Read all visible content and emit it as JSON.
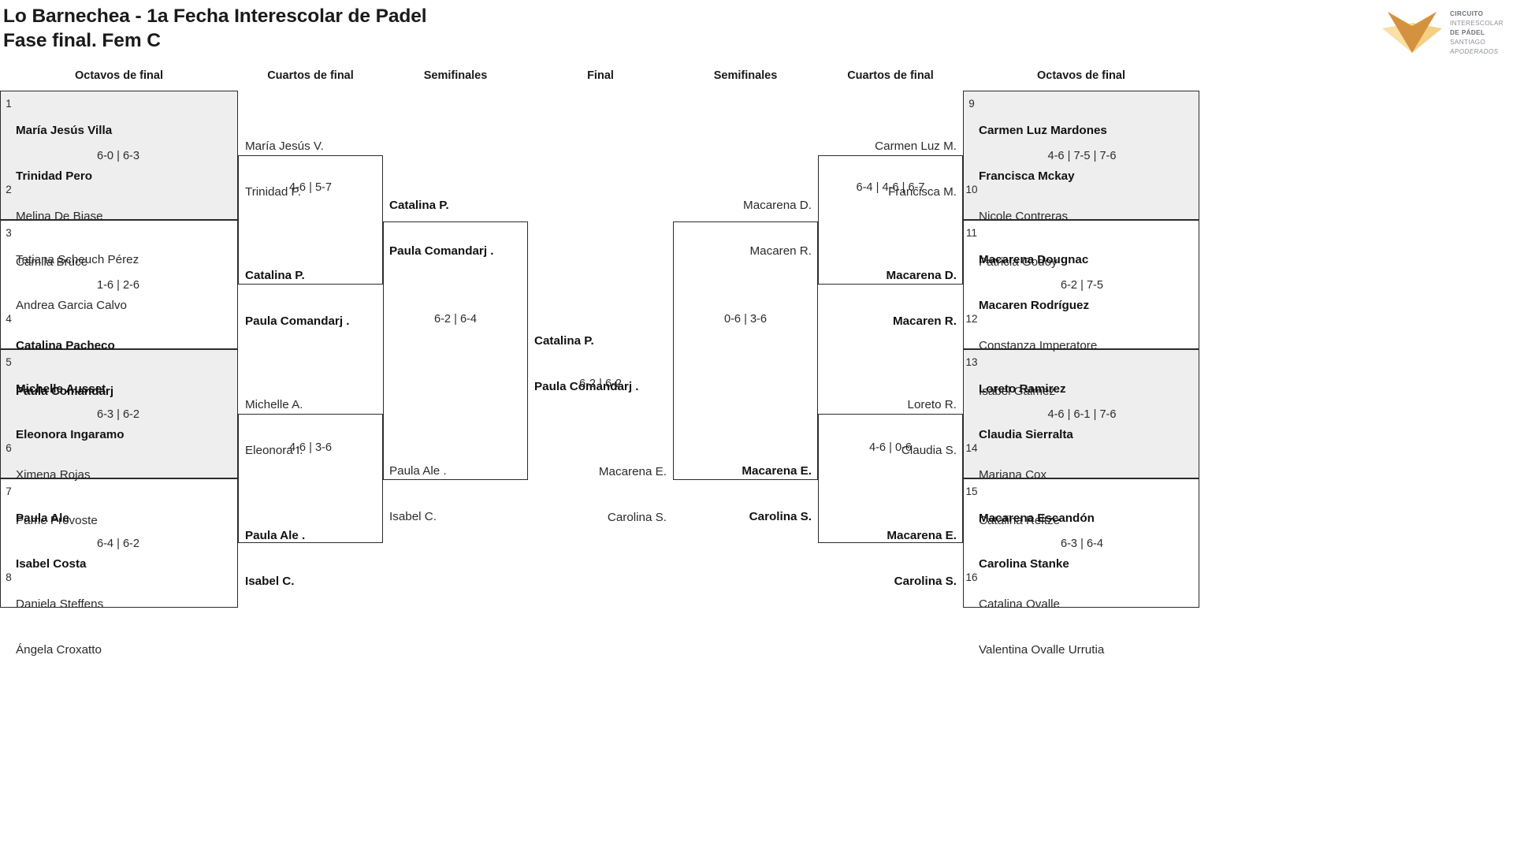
{
  "header": {
    "title_line1": "Lo Barnechea - 1a Fecha Interescolar de Padel",
    "title_line2": "Fase final. Fem C",
    "logo": {
      "line1": "CIRCUITO",
      "line2": "INTERESCOLAR",
      "line3": "DE PÁDEL",
      "line4": "SANTIAGO",
      "line5": "APODERADOS",
      "mark_colors": [
        "#e8a24a",
        "#d49240",
        "#fae0a4",
        "#f6cf86"
      ]
    }
  },
  "colors": {
    "shaded_row": "#eeeeee",
    "border": "#2b2b2b",
    "text": "#2b2b2b",
    "background": "#ffffff"
  },
  "round_headings": {
    "left_r16": "Octavos de final",
    "left_qf": "Cuartos de final",
    "left_sf": "Semifinales",
    "final": "Final",
    "right_sf": "Semifinales",
    "right_qf": "Cuartos de final",
    "right_r16": "Octavos de final"
  },
  "left": {
    "round16": [
      {
        "seed": "1",
        "p1": "María Jesús Villa",
        "p2": "Trinidad Pero",
        "winner": true,
        "shaded": true
      },
      {
        "seed": "2",
        "p1": "Melina De Biase",
        "p2": "Camila Bruce",
        "winner": false,
        "shaded": true
      },
      {
        "seed": "3",
        "p1": "Tatiana Scheuch Pérez",
        "p2": "Andrea Garcia Calvo",
        "winner": false,
        "shaded": false
      },
      {
        "seed": "4",
        "p1": "Catalina Pacheco",
        "p2": "Paula Comandarj",
        "winner": true,
        "shaded": false
      },
      {
        "seed": "5",
        "p1": "Michelle Ausset",
        "p2": "Eleonora Ingaramo",
        "winner": true,
        "shaded": true
      },
      {
        "seed": "6",
        "p1": "Ximena Rojas",
        "p2": "Pame Provoste",
        "winner": false,
        "shaded": true
      },
      {
        "seed": "7",
        "p1": "Paula Ale",
        "p2": "Isabel Costa",
        "winner": true,
        "shaded": false
      },
      {
        "seed": "8",
        "p1": "Daniela Steffens",
        "p2": "Ángela Croxatto",
        "winner": false,
        "shaded": false
      }
    ],
    "round16_scores": [
      "6-0 | 6-3",
      "1-6 | 2-6",
      "6-3 | 6-2",
      "6-4 | 6-2"
    ],
    "quarters": [
      {
        "p1": "María Jesús V.",
        "p2": "Trinidad P.",
        "winner": false
      },
      {
        "p1": "Catalina P.",
        "p2": "Paula Comandarj .",
        "winner": true
      },
      {
        "p1": "Michelle A.",
        "p2": "Eleonora I.",
        "winner": false
      },
      {
        "p1": "Paula Ale .",
        "p2": "Isabel C.",
        "winner": true
      }
    ],
    "quarters_scores": [
      "4-6 | 5-7",
      "4-6 | 3-6"
    ],
    "semis": [
      {
        "p1": "Catalina P.",
        "p2": "Paula Comandarj .",
        "winner": true
      },
      {
        "p1": "Paula Ale .",
        "p2": "Isabel C.",
        "winner": false
      }
    ],
    "semis_score": "6-2 | 6-4"
  },
  "final": {
    "left_team": {
      "p1": "Catalina P.",
      "p2": "Paula Comandarj .",
      "winner": true
    },
    "right_team": {
      "p1": "Macarena E.",
      "p2": "Carolina S.",
      "winner": false
    },
    "score": "6-2 | 6-2"
  },
  "right": {
    "round16": [
      {
        "seed": "9",
        "p1": "Carmen Luz Mardones",
        "p2": "Francisca Mckay",
        "winner": true,
        "shaded": true
      },
      {
        "seed": "10",
        "p1": "Nicole Contreras",
        "p2": "Patricia Godoy",
        "winner": false,
        "shaded": true
      },
      {
        "seed": "11",
        "p1": "Macarena Dougnac",
        "p2": "Macaren Rodríguez",
        "winner": true,
        "shaded": false
      },
      {
        "seed": "12",
        "p1": "Constanza Imperatore",
        "p2": "Isabel Galmez",
        "winner": false,
        "shaded": false
      },
      {
        "seed": "13",
        "p1": "Loreto Ramirez",
        "p2": "Claudia Sierralta",
        "winner": true,
        "shaded": true
      },
      {
        "seed": "14",
        "p1": "Mariana Cox",
        "p2": "Catalina Reitze",
        "winner": false,
        "shaded": true
      },
      {
        "seed": "15",
        "p1": "Macarena Escandón",
        "p2": "Carolina Stanke",
        "winner": true,
        "shaded": false
      },
      {
        "seed": "16",
        "p1": "Catalina Ovalle",
        "p2": "Valentina Ovalle Urrutia",
        "winner": false,
        "shaded": false
      }
    ],
    "round16_scores": [
      "4-6 | 7-5 | 7-6",
      "6-2 | 7-5",
      "4-6 | 6-1 | 7-6",
      "6-3 | 6-4"
    ],
    "quarters": [
      {
        "p1": "Carmen Luz M.",
        "p2": "Francisca M.",
        "winner": false
      },
      {
        "p1": "Macarena D.",
        "p2": "Macaren R.",
        "winner": true
      },
      {
        "p1": "Loreto R.",
        "p2": "Claudia S.",
        "winner": false
      },
      {
        "p1": "Macarena E.",
        "p2": "Carolina S.",
        "winner": true
      }
    ],
    "quarters_scores": [
      "6-4 | 4-6 | 6-7",
      "4-6 | 0-6"
    ],
    "semis": [
      {
        "p1": "Macarena D.",
        "p2": "Macaren R.",
        "winner": false
      },
      {
        "p1": "Macarena E.",
        "p2": "Carolina S.",
        "winner": true
      }
    ],
    "semis_score": "0-6 | 3-6"
  }
}
